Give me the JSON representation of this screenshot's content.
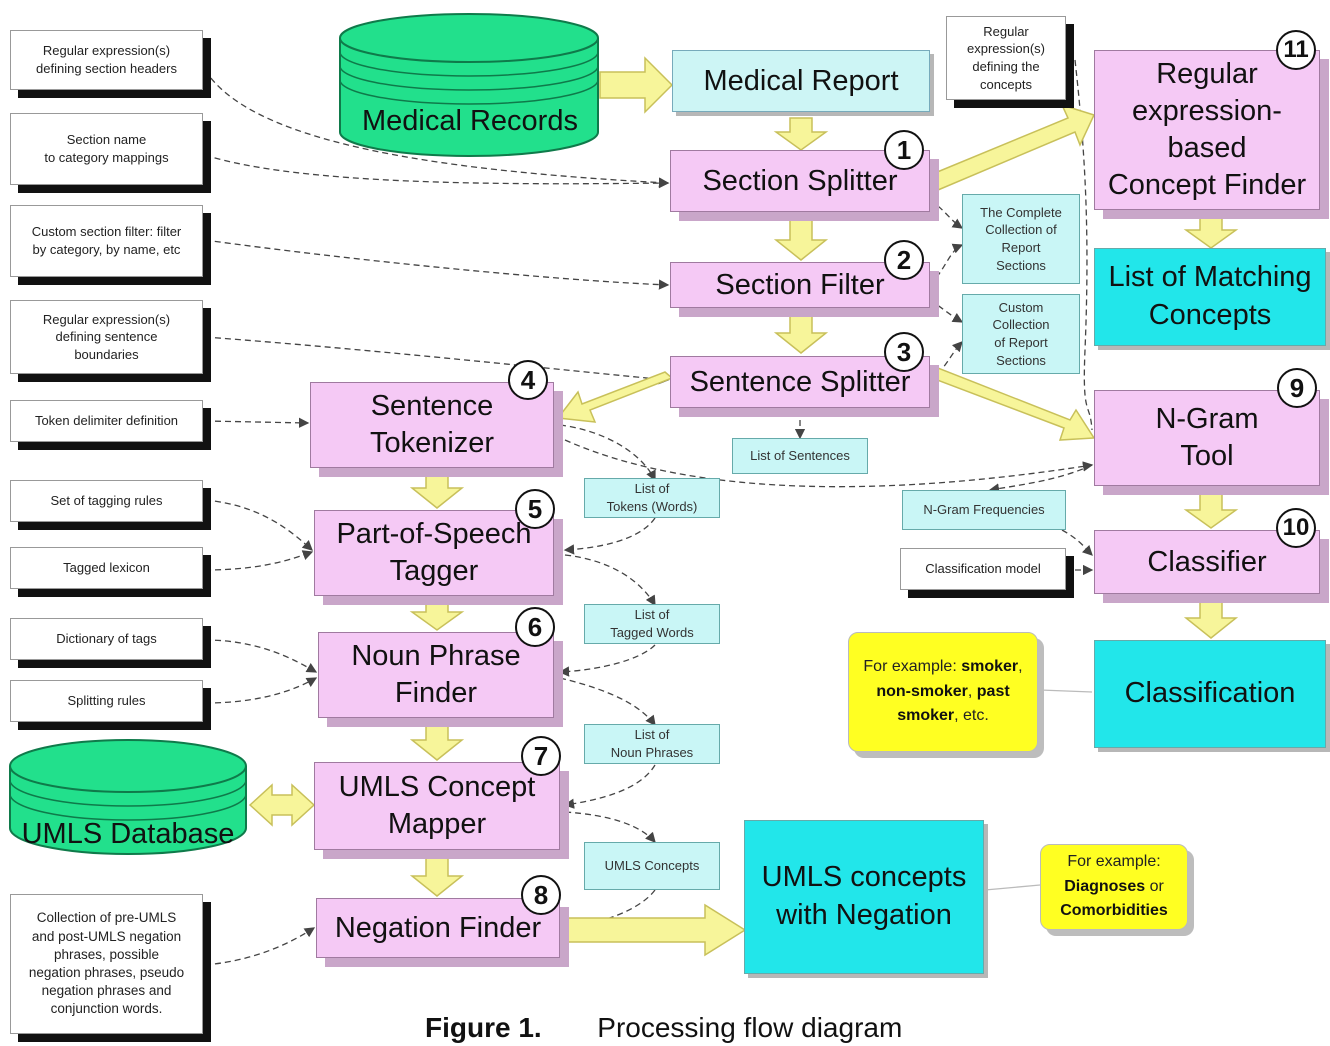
{
  "caption": {
    "label": "Figure 1.",
    "text": "Processing flow diagram"
  },
  "databases": {
    "medical_records": "Medical Records",
    "umls": "UMLS Database"
  },
  "medical_report": "Medical Report",
  "steps": {
    "section_splitter": {
      "label": "Section Splitter",
      "num": "1"
    },
    "section_filter": {
      "label": "Section Filter",
      "num": "2"
    },
    "sentence_splitter": {
      "label": "Sentence Splitter",
      "num": "3"
    },
    "sentence_tokenizer": {
      "line1": "Sentence",
      "line2": "Tokenizer",
      "num": "4"
    },
    "pos_tagger": {
      "line1": "Part-of-Speech",
      "line2": "Tagger",
      "num": "5"
    },
    "noun_phrase_finder": {
      "line1": "Noun Phrase",
      "line2": "Finder",
      "num": "6"
    },
    "umls_mapper": {
      "line1": "UMLS Concept",
      "line2": "Mapper",
      "num": "7"
    },
    "negation_finder": {
      "label": "Negation Finder",
      "num": "8"
    },
    "ngram_tool": {
      "line1": "N-Gram",
      "line2": "Tool",
      "num": "9"
    },
    "classifier": {
      "label": "Classifier",
      "num": "10"
    },
    "regex_concept_finder": {
      "line1": "Regular",
      "line2": "expression-",
      "line3": "based",
      "line4": "Concept Finder",
      "num": "11"
    }
  },
  "inputs": {
    "section_headers": {
      "line1": "Regular expression(s)",
      "line2": "defining section headers"
    },
    "section_mappings": {
      "line1": "Section name",
      "line2": "to category mappings"
    },
    "section_filter": {
      "line1": "Custom section filter: filter",
      "line2": "by category, by name, etc"
    },
    "sentence_boundaries": {
      "line1": "Regular expression(s)",
      "line2": "defining sentence",
      "line3": "boundaries"
    },
    "token_delimiter": "Token delimiter definition",
    "tagging_rules": "Set of tagging rules",
    "tagged_lexicon": "Tagged lexicon",
    "dictionary_tags": "Dictionary of tags",
    "splitting_rules": "Splitting rules",
    "negation_phrases": {
      "line1": "Collection of pre-UMLS",
      "line2": "and post-UMLS negation",
      "line3": "phrases, possible",
      "line4": "negation phrases, pseudo",
      "line5": "negation phrases and",
      "line6": "conjunction words."
    },
    "concept_regex": {
      "line1": "Regular",
      "line2": "expression(s)",
      "line3": "defining the",
      "line4": "concepts"
    },
    "classification_model": "Classification model"
  },
  "intermediates": {
    "complete_sections": {
      "line1": "The Complete",
      "line2": "Collection of",
      "line3": "Report",
      "line4": "Sections"
    },
    "custom_sections": {
      "line1": "Custom",
      "line2": "Collection",
      "line3": "of Report",
      "line4": "Sections"
    },
    "list_sentences": "List of Sentences",
    "list_tokens": {
      "line1": "List of",
      "line2": "Tokens (Words)"
    },
    "list_tagged": {
      "line1": "List of",
      "line2": "Tagged Words"
    },
    "list_noun_phrases": {
      "line1": "List of",
      "line2": "Noun Phrases"
    },
    "umls_concepts": "UMLS Concepts",
    "ngram_frequencies": "N-Gram Frequencies"
  },
  "outputs": {
    "matching_concepts": {
      "line1": "List of Matching",
      "line2": "Concepts"
    },
    "classification": "Classification",
    "umls_negation": {
      "line1": "UMLS concepts",
      "line2": "with Negation"
    }
  },
  "examples": {
    "smoker": {
      "pre": "For example: ",
      "b1": "smoker",
      "s1": ",",
      "b2": "non-smoker",
      "s2": ", ",
      "b3": "past",
      "b4": "smoker",
      "s3": ", etc."
    },
    "diagnoses": {
      "pre": "For example:",
      "b1": "Diagnoses",
      "mid": " or",
      "b2": "Comorbidities"
    }
  },
  "colors": {
    "process": "#f5c9f5",
    "output": "#22e6ea",
    "intermediate": "#c9f6f6",
    "database": "#22e08c",
    "arrow": "#f7f59a",
    "example": "#ffff22"
  }
}
